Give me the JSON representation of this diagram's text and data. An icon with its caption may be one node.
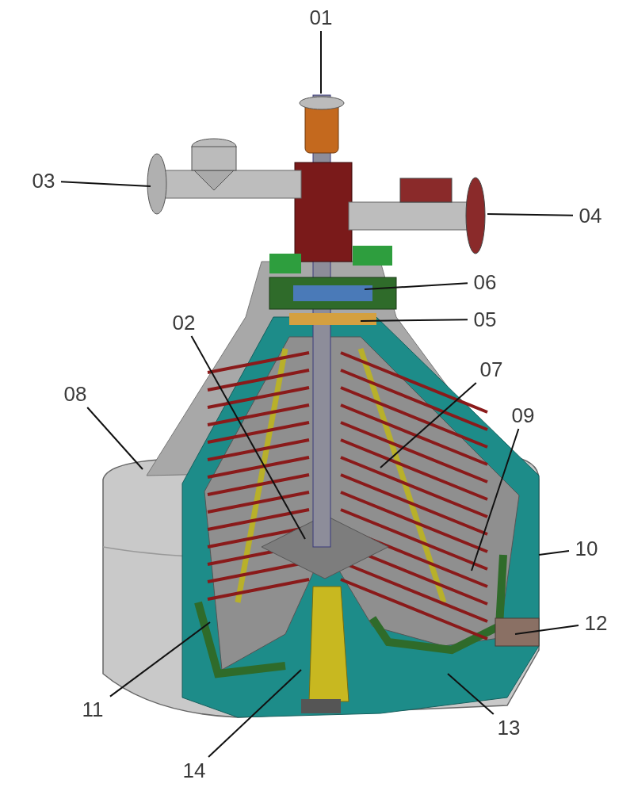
{
  "diagram": {
    "nodes": [
      {
        "text": [
          "01"
        ]
      },
      {
        "text": [
          "03"
        ]
      },
      {
        "text": [
          "04"
        ]
      },
      {
        "text": [
          "06"
        ]
      },
      {
        "text": [
          "05"
        ]
      },
      {
        "text": [
          "02"
        ]
      },
      {
        "text": [
          "07"
        ]
      },
      {
        "text": [
          "08"
        ]
      },
      {
        "text": [
          "09"
        ]
      },
      {
        "text": [
          "10"
        ]
      },
      {
        "text": [
          "12"
        ]
      },
      {
        "text": [
          "11"
        ]
      },
      {
        "text": [
          "13"
        ]
      },
      {
        "text": [
          "14"
        ]
      }
    ],
    "edges": [
      {
        "from": 0,
        "to": null,
        "arrow": "none"
      },
      {
        "from": 1,
        "to": null,
        "arrow": "none"
      },
      {
        "from": 2,
        "to": null,
        "arrow": "none"
      },
      {
        "from": 3,
        "to": null,
        "arrow": "none"
      },
      {
        "from": 4,
        "to": null,
        "arrow": "none"
      },
      {
        "from": 5,
        "to": null,
        "arrow": "none"
      },
      {
        "from": 6,
        "to": null,
        "arrow": "none"
      },
      {
        "from": 7,
        "to": null,
        "arrow": "none"
      },
      {
        "from": 8,
        "to": null,
        "arrow": "none"
      },
      {
        "from": 9,
        "to": null,
        "arrow": "none"
      },
      {
        "from": 10,
        "to": null,
        "arrow": "none"
      },
      {
        "from": 11,
        "to": null,
        "arrow": "none"
      },
      {
        "from": 12,
        "to": null,
        "arrow": "none"
      },
      {
        "from": 13,
        "to": null,
        "arrow": "none"
      }
    ]
  }
}
